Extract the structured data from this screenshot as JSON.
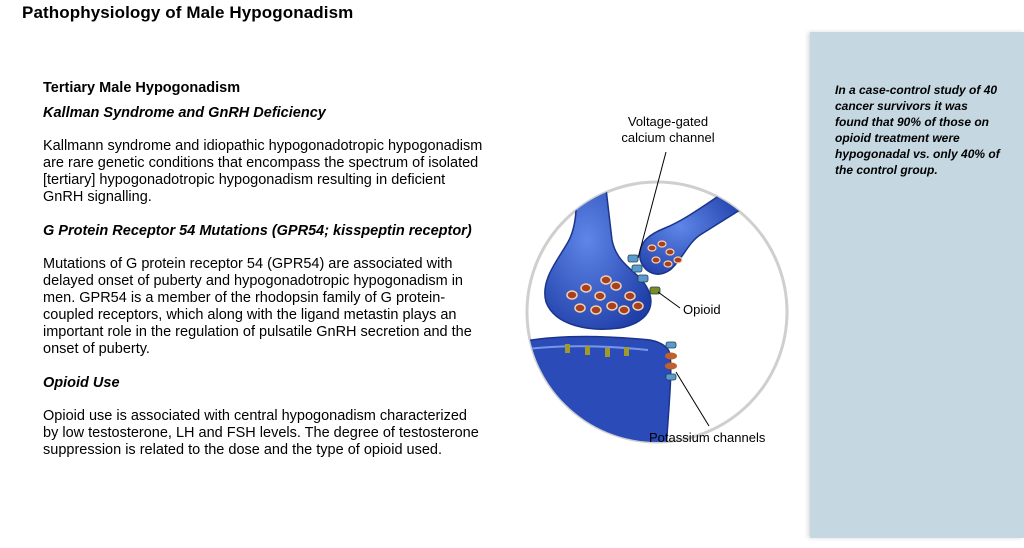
{
  "page": {
    "title": "Pathophysiology of Male Hypogonadism"
  },
  "content": {
    "section_title": "Tertiary Male Hypogonadism",
    "subsections": [
      {
        "heading": "Kallman Syndrome and GnRH Deficiency",
        "body": "Kallmann syndrome and idiopathic hypogonadotropic hypogonadism are rare genetic conditions that encompass the spectrum of isolated [tertiary] hypogonadotropic hypogonadism resulting in deficient GnRH signalling."
      },
      {
        "heading": "G Protein Receptor 54 Mutations (GPR54; kisspeptin receptor)",
        "body": "Mutations of G protein receptor 54 (GPR54) are associated with delayed onset of puberty and hypogonadotropic hypogonadism in men. GPR54 is a member of the rhodopsin family of G protein-coupled receptors, which along with the ligand metastin plays an important role in the regulation of pulsatile GnRH secretion and the onset of puberty."
      },
      {
        "heading": "Opioid Use",
        "body": "Opioid use is associated with central hypogonadism characterized by low testosterone, LH and FSH levels. The degree of testosterone suppression is related to the dose and the type of opioid used."
      }
    ]
  },
  "figure": {
    "labels": {
      "voltage_gated": "Voltage-gated calcium channel",
      "opioid": "Opioid",
      "potassium": "Potassium channels"
    }
  },
  "callout": {
    "text": "In a case-control study of 40 cancer survivors it was found that 90% of those on opioid treatment were hypogonadal vs. only 40% of the control group."
  },
  "colors": {
    "neuron_blue": "#2d55c8",
    "callout_bg": "#c5d8e2",
    "vesicle": "#a8401c"
  }
}
